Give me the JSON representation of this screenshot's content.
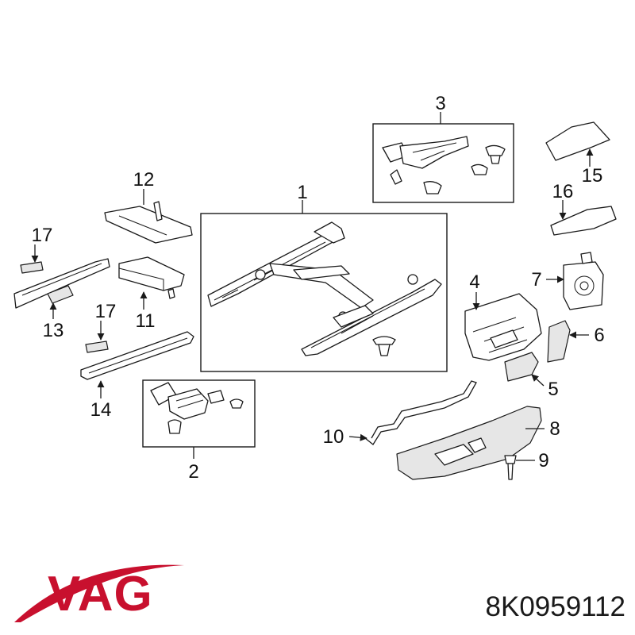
{
  "callouts": [
    "1",
    "2",
    "3",
    "4",
    "5",
    "6",
    "7",
    "8",
    "9",
    "10",
    "11",
    "12",
    "13",
    "14",
    "15",
    "16",
    "17",
    "17"
  ],
  "brand": {
    "name": "VAG",
    "color": "#c8102e"
  },
  "part_number": "8K0959112"
}
